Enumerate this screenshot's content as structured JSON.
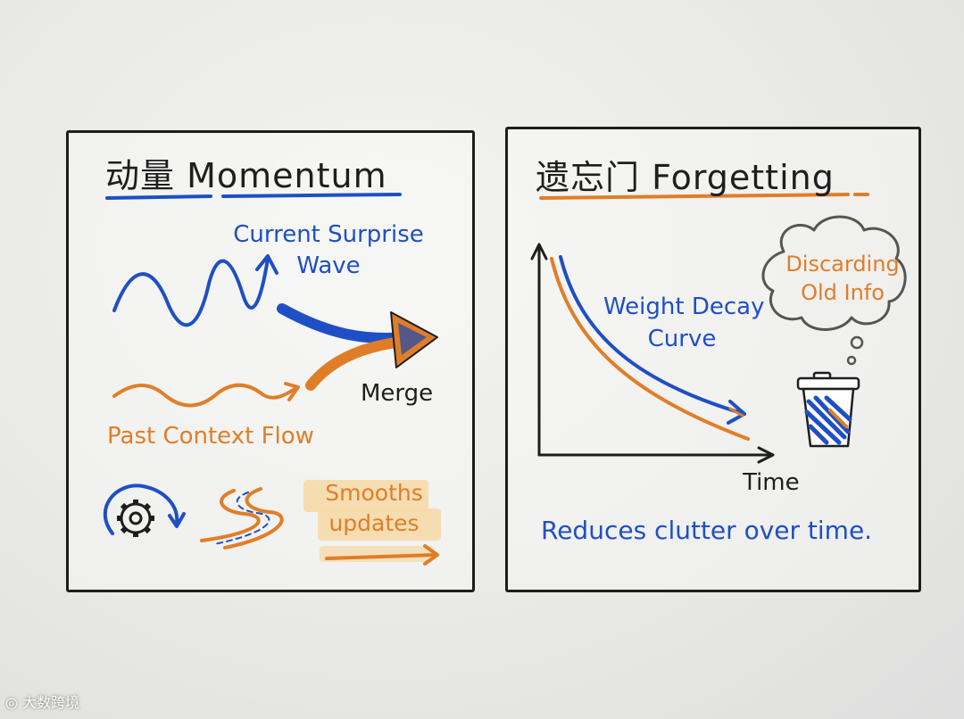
{
  "momentum": {
    "title": "动量 Momentum",
    "current_label_line1": "Current Surprise",
    "current_label_line2": "Wave",
    "merge_label": "Merge",
    "past_label": "Past Context Flow",
    "smooths_line1": "Smooths",
    "smooths_line2": "updates"
  },
  "forgetting": {
    "title": "遗忘门 Forgetting",
    "thought_line1": "Discarding",
    "thought_line2": "Old Info",
    "curve_line1": "Weight Decay",
    "curve_line2": "Curve",
    "time_label": "Time",
    "caption": "Reduces clutter over time."
  },
  "watermark": "大数跨境",
  "colors": {
    "blue": "#1f4fc4",
    "orange": "#e07e28",
    "ink": "#1e1e1e",
    "highlight": "#f7d9a6"
  },
  "icons": [
    "gear-icon",
    "circular-arrow-icon",
    "winding-road-icon",
    "trash-can-icon",
    "thought-cloud-icon"
  ]
}
